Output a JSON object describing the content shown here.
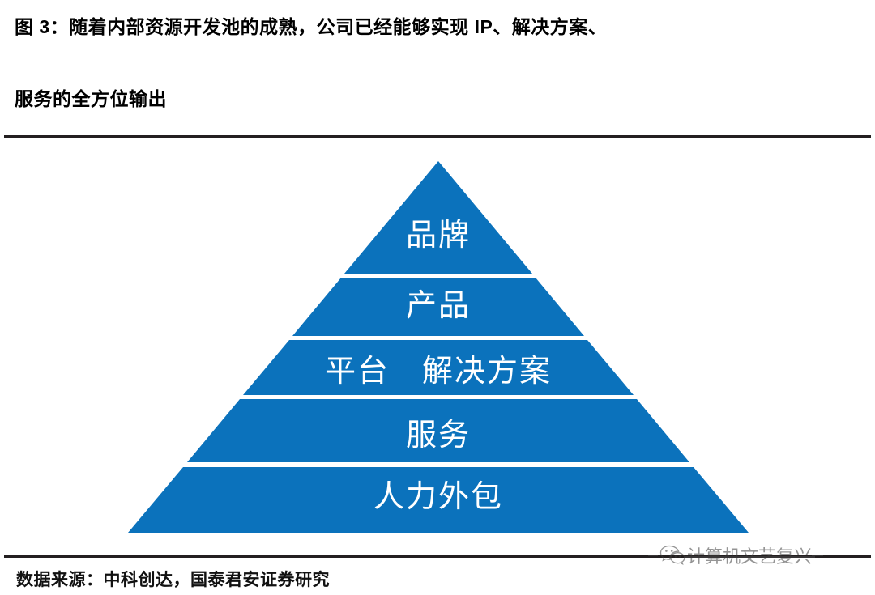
{
  "figure": {
    "title_line_1": "图 3：随着内部资源开发池的成熟，公司已经能够实现 IP、解决方案、",
    "title_line_2": "服务的全方位输出",
    "source_note": "数据来源：中科创达，国泰君安证券研究"
  },
  "colors": {
    "pyramid_blue": "#0B72BC",
    "divider_white": "#FFFFFF",
    "rule_black": "#231F20",
    "label_text": "#FFFFFF"
  },
  "chart_data": {
    "type": "pyramid",
    "title": "图 3：随着内部资源开发池的成熟，公司已经能够实现 IP、解决方案、服务的全方位输出",
    "orientation": "top-narrow",
    "tier_count": 5,
    "tiers": [
      {
        "rank": 1,
        "label": "品牌",
        "position": "apex"
      },
      {
        "rank": 2,
        "label": "产品",
        "position": "upper"
      },
      {
        "rank": 3,
        "label": "平台　解决方案",
        "position": "middle"
      },
      {
        "rank": 4,
        "label": "服务",
        "position": "lower"
      },
      {
        "rank": 5,
        "label": "人力外包",
        "position": "base"
      }
    ],
    "source": "数据来源：中科创达，国泰君安证券研究"
  },
  "watermark": {
    "text": "计算机文艺复兴",
    "icon": "wechat-icon"
  }
}
